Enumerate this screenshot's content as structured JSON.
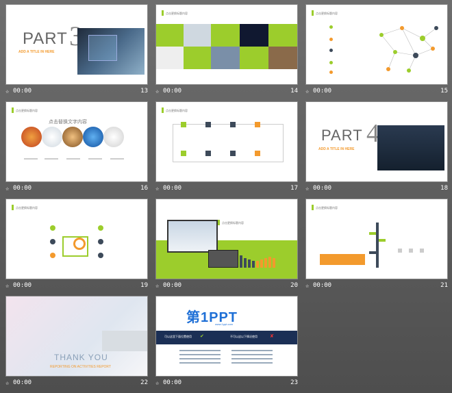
{
  "slides": [
    {
      "num": "13",
      "time": "00:00",
      "part": "PART",
      "digit": "3",
      "sub": "ADD A TITLE IN HERE"
    },
    {
      "num": "14",
      "time": "00:00",
      "header": "点击更换标题内容"
    },
    {
      "num": "15",
      "time": "00:00",
      "header": "点击更换标题内容"
    },
    {
      "num": "16",
      "time": "00:00",
      "header": "点击更换标题内容",
      "body": "点击替换文字内容"
    },
    {
      "num": "17",
      "time": "00:00",
      "header": "点击更换标题内容"
    },
    {
      "num": "18",
      "time": "00:00",
      "part": "PART",
      "digit": "4",
      "sub": "ADD A TITLE IN HERE"
    },
    {
      "num": "19",
      "time": "00:00",
      "header": "点击更换标题内容"
    },
    {
      "num": "20",
      "time": "00:00",
      "header": "点击更换标题内容"
    },
    {
      "num": "21",
      "time": "00:00",
      "header": "点击更换标题内容"
    },
    {
      "num": "22",
      "time": "00:00",
      "title": "THANK YOU",
      "sub": "REPORTING ON ACTIVITIES REPORT"
    },
    {
      "num": "23",
      "time": "00:00",
      "logo": "第1PPT",
      "logo_url": "www.1ppt.com",
      "left_head": "可以这里下面位置使用",
      "right_head": "不可以这以下情况使用"
    }
  ],
  "colors": {
    "accent_green": "#9ccd2c",
    "accent_orange": "#f39a2d",
    "dark": "#3d4a5a",
    "blue": "#1e6fd6"
  }
}
